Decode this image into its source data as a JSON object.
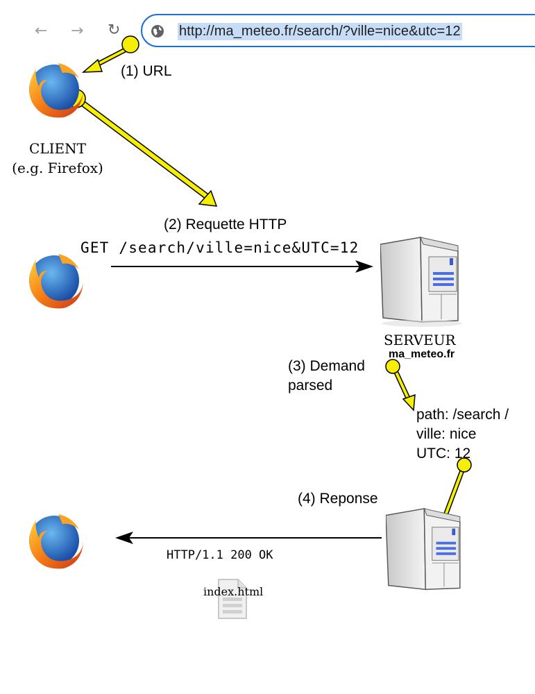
{
  "browser": {
    "back_icon": "arrow-left-icon",
    "forward_icon": "arrow-right-icon",
    "reload_icon": "reload-icon",
    "globe_icon": "globe-icon",
    "url": "http://ma_meteo.fr/search/?ville=nice&utc=12"
  },
  "steps": {
    "url": "(1) URL",
    "request_title": "(2) Requette HTTP",
    "request_line": "GET /search/ville=nice&UTC=12",
    "parsed_line1": "(3) Demand",
    "parsed_line2": "parsed",
    "response_title": "(4) Reponse",
    "response_line": "HTTP/1.1 200 OK"
  },
  "client": {
    "name": "CLIENT",
    "example": "(e.g. Firefox)"
  },
  "server": {
    "name": "SERVEUR",
    "host": "ma_meteo.fr"
  },
  "parsed": {
    "path": "path: /search /",
    "ville": "ville: nice",
    "utc": "UTC: 12"
  },
  "file": {
    "name": "index.html"
  },
  "colors": {
    "highlight": "#f7ef00",
    "url_border": "#1a6fd8",
    "url_selection": "#c6dcf7"
  }
}
